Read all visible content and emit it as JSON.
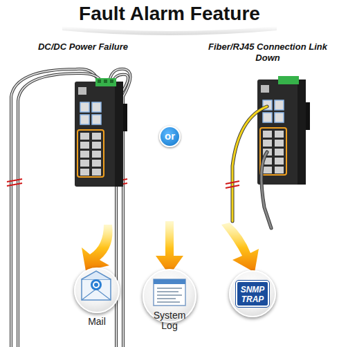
{
  "diagram": {
    "title": "Fault Alarm Feature",
    "nodes": [
      {
        "text": [
          "or"
        ]
      },
      {
        "text": [
          "Mail"
        ]
      },
      {
        "text": [
          "System Log"
        ]
      },
      {
        "text": [
          "SNMP TRAP"
        ]
      }
    ],
    "labels": [
      "DC/DC Power Failure",
      "Fiber/RJ45 Connection Link Down"
    ]
  }
}
